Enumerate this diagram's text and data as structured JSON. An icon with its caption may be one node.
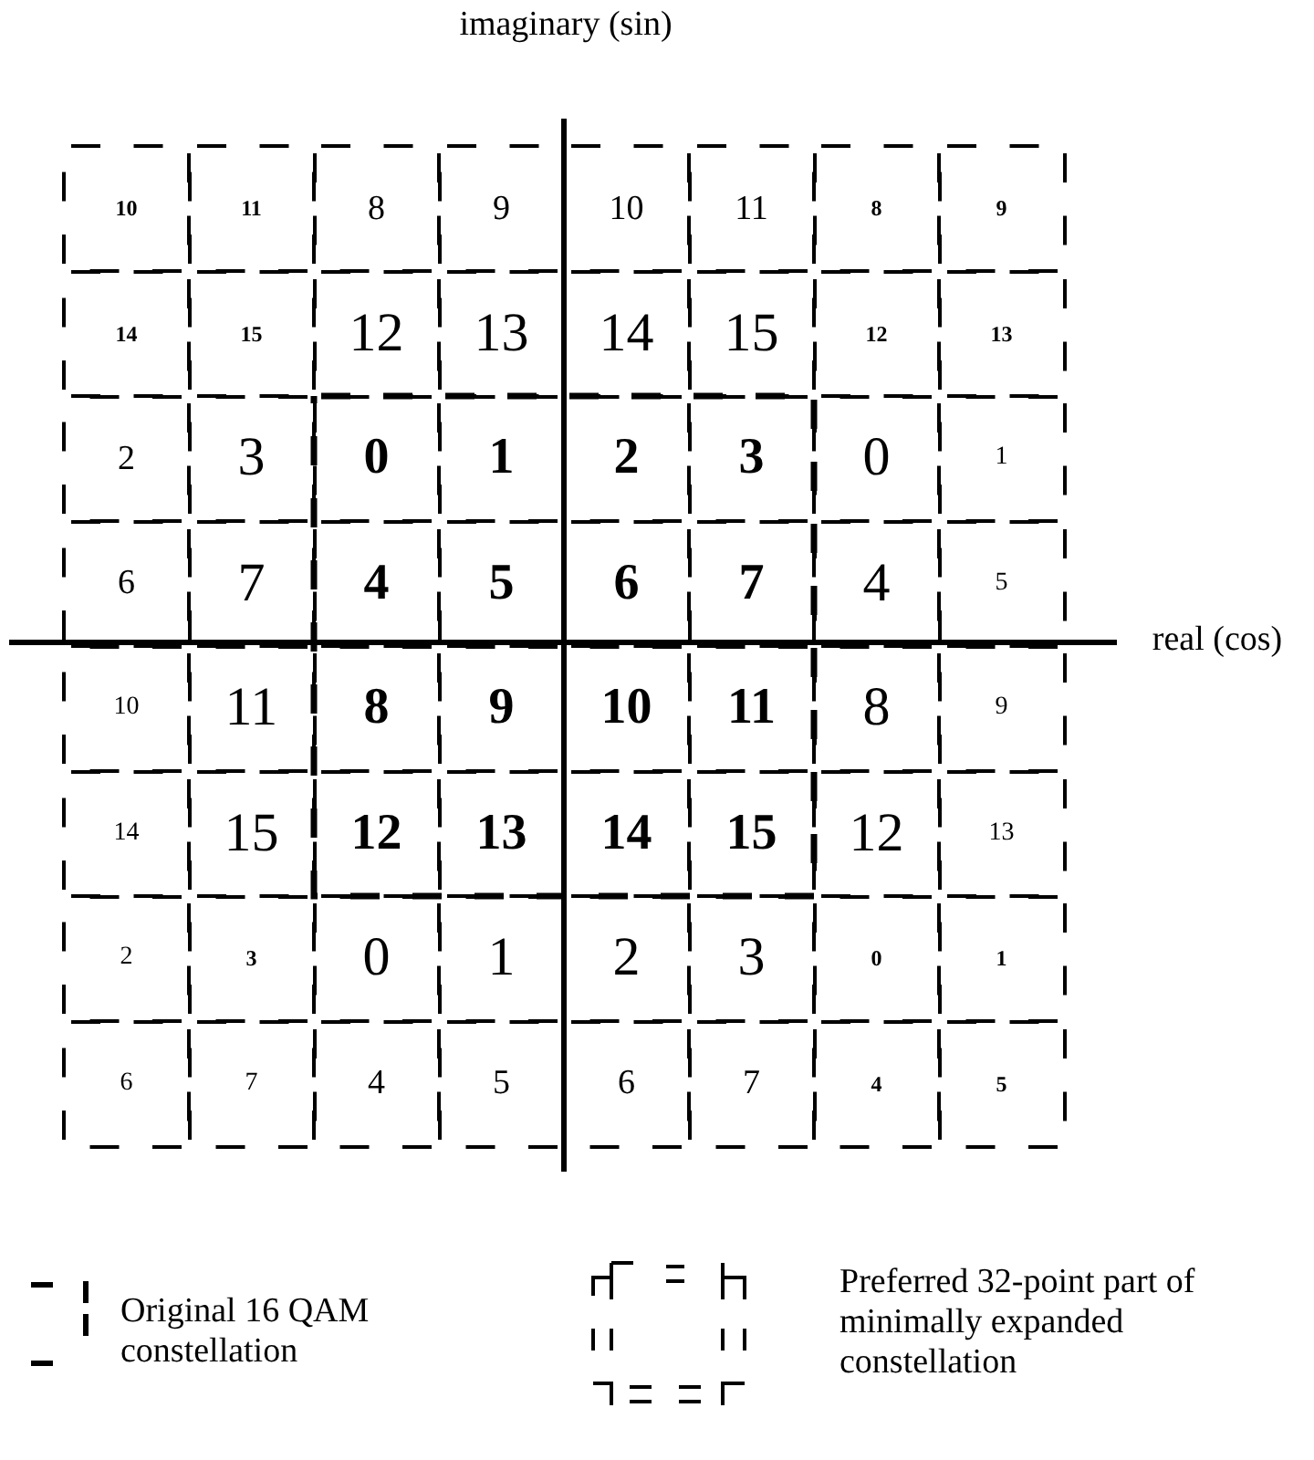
{
  "diagram": {
    "nodes": [
      {
        "text": [
          "10"
        ]
      },
      {
        "text": [
          "11"
        ]
      },
      {
        "text": [
          "8"
        ]
      },
      {
        "text": [
          "9"
        ]
      },
      {
        "text": [
          "10"
        ]
      },
      {
        "text": [
          "11"
        ]
      },
      {
        "text": [
          "8"
        ]
      },
      {
        "text": [
          "9"
        ]
      },
      {
        "text": [
          "14"
        ]
      },
      {
        "text": [
          "15"
        ]
      },
      {
        "text": [
          "12"
        ]
      },
      {
        "text": [
          "13"
        ]
      },
      {
        "text": [
          "14"
        ]
      },
      {
        "text": [
          "15"
        ]
      },
      {
        "text": [
          "12"
        ]
      },
      {
        "text": [
          "13"
        ]
      },
      {
        "text": [
          "2"
        ]
      },
      {
        "text": [
          "3"
        ]
      },
      {
        "text": [
          "0"
        ]
      },
      {
        "text": [
          "1"
        ]
      },
      {
        "text": [
          "2"
        ]
      },
      {
        "text": [
          "3"
        ]
      },
      {
        "text": [
          "0"
        ]
      },
      {
        "text": [
          "1"
        ]
      },
      {
        "text": [
          "6"
        ]
      },
      {
        "text": [
          "7"
        ]
      },
      {
        "text": [
          "4"
        ]
      },
      {
        "text": [
          "5"
        ]
      },
      {
        "text": [
          "6"
        ]
      },
      {
        "text": [
          "7"
        ]
      },
      {
        "text": [
          "4"
        ]
      },
      {
        "text": [
          "5"
        ]
      },
      {
        "text": [
          "10"
        ]
      },
      {
        "text": [
          "11"
        ]
      },
      {
        "text": [
          "8"
        ]
      },
      {
        "text": [
          "9"
        ]
      },
      {
        "text": [
          "10"
        ]
      },
      {
        "text": [
          "11"
        ]
      },
      {
        "text": [
          "8"
        ]
      },
      {
        "text": [
          "9"
        ]
      },
      {
        "text": [
          "14"
        ]
      },
      {
        "text": [
          "15"
        ]
      },
      {
        "text": [
          "12"
        ]
      },
      {
        "text": [
          "13"
        ]
      },
      {
        "text": [
          "14"
        ]
      },
      {
        "text": [
          "15"
        ]
      },
      {
        "text": [
          "12"
        ]
      },
      {
        "text": [
          "13"
        ]
      },
      {
        "text": [
          "2"
        ]
      },
      {
        "text": [
          "3"
        ]
      },
      {
        "text": [
          "0"
        ]
      },
      {
        "text": [
          "1"
        ]
      },
      {
        "text": [
          "2"
        ]
      },
      {
        "text": [
          "3"
        ]
      },
      {
        "text": [
          "0"
        ]
      },
      {
        "text": [
          "1"
        ]
      },
      {
        "text": [
          "6"
        ]
      },
      {
        "text": [
          "7"
        ]
      },
      {
        "text": [
          "4"
        ]
      },
      {
        "text": [
          "5"
        ]
      },
      {
        "text": [
          "6"
        ]
      },
      {
        "text": [
          "7"
        ]
      },
      {
        "text": [
          "4"
        ]
      },
      {
        "text": [
          "5"
        ]
      }
    ],
    "labels": [
      "imaginary (sin)",
      "real (cos)"
    ],
    "legend": [
      {
        "text": "Original 16 QAM constellation"
      },
      {
        "text": "Preferred 32-point part of minimally expanded constellation"
      }
    ]
  }
}
